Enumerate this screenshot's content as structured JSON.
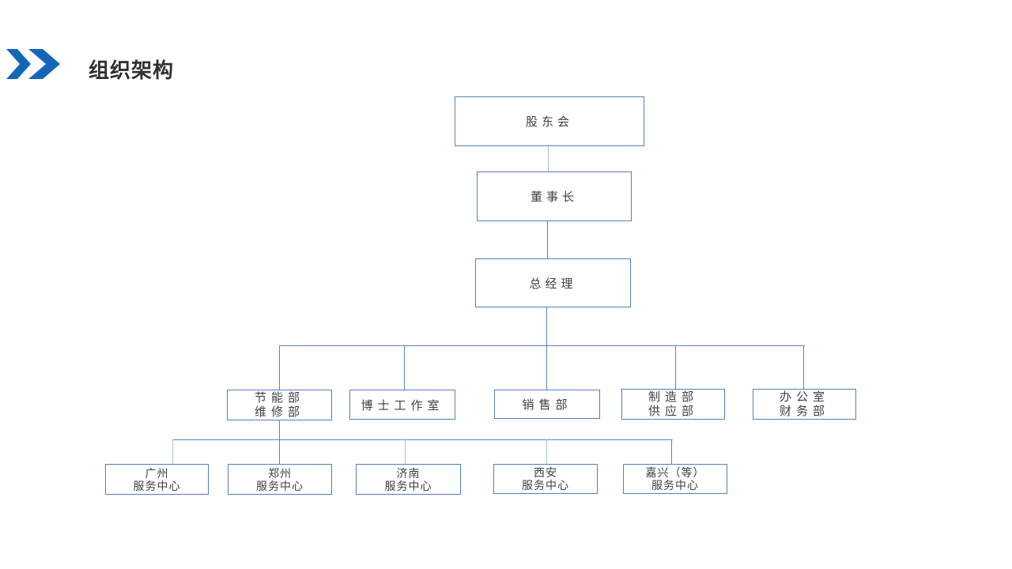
{
  "header": {
    "title": "组织架构",
    "icon": "double-chevron-right-icon"
  },
  "colors": {
    "accent_blue": "#1467B8",
    "box_border": "#4F81BD",
    "connector": "#5585BD",
    "connector_light": "#9CC3E6",
    "text": "#3F3F3F",
    "background": "#FFFFFF"
  },
  "org_chart": {
    "nodes": [
      {
        "id": "shareholders",
        "level": 1,
        "line1": "股东会"
      },
      {
        "id": "chairman",
        "level": 2,
        "line1": "董事长"
      },
      {
        "id": "general-manager",
        "level": 3,
        "line1": "总经理"
      },
      {
        "id": "dept-energy-repair",
        "level": 4,
        "line1": "节能部",
        "line2": "维修部"
      },
      {
        "id": "doctor-studio",
        "level": 4,
        "line1": "博士工作室"
      },
      {
        "id": "sales-dept",
        "level": 4,
        "line1": "销售部"
      },
      {
        "id": "manufacture-supply",
        "level": 4,
        "line1": "制造部",
        "line2": "供应部"
      },
      {
        "id": "office-finance",
        "level": 4,
        "line1": "办公室",
        "line2": "财务部"
      },
      {
        "id": "guangzhou-center",
        "level": 5,
        "line1": "广州",
        "line2": "服务中心"
      },
      {
        "id": "zhengzhou-center",
        "level": 5,
        "line1": "郑州",
        "line2": "服务中心"
      },
      {
        "id": "jinan-center",
        "level": 5,
        "line1": "济南",
        "line2": "服务中心"
      },
      {
        "id": "xian-center",
        "level": 5,
        "line1": "西安",
        "line2": "服务中心"
      },
      {
        "id": "jiaxing-center",
        "level": 5,
        "line1": "嘉兴（等）",
        "line2": "服务中心"
      }
    ]
  }
}
